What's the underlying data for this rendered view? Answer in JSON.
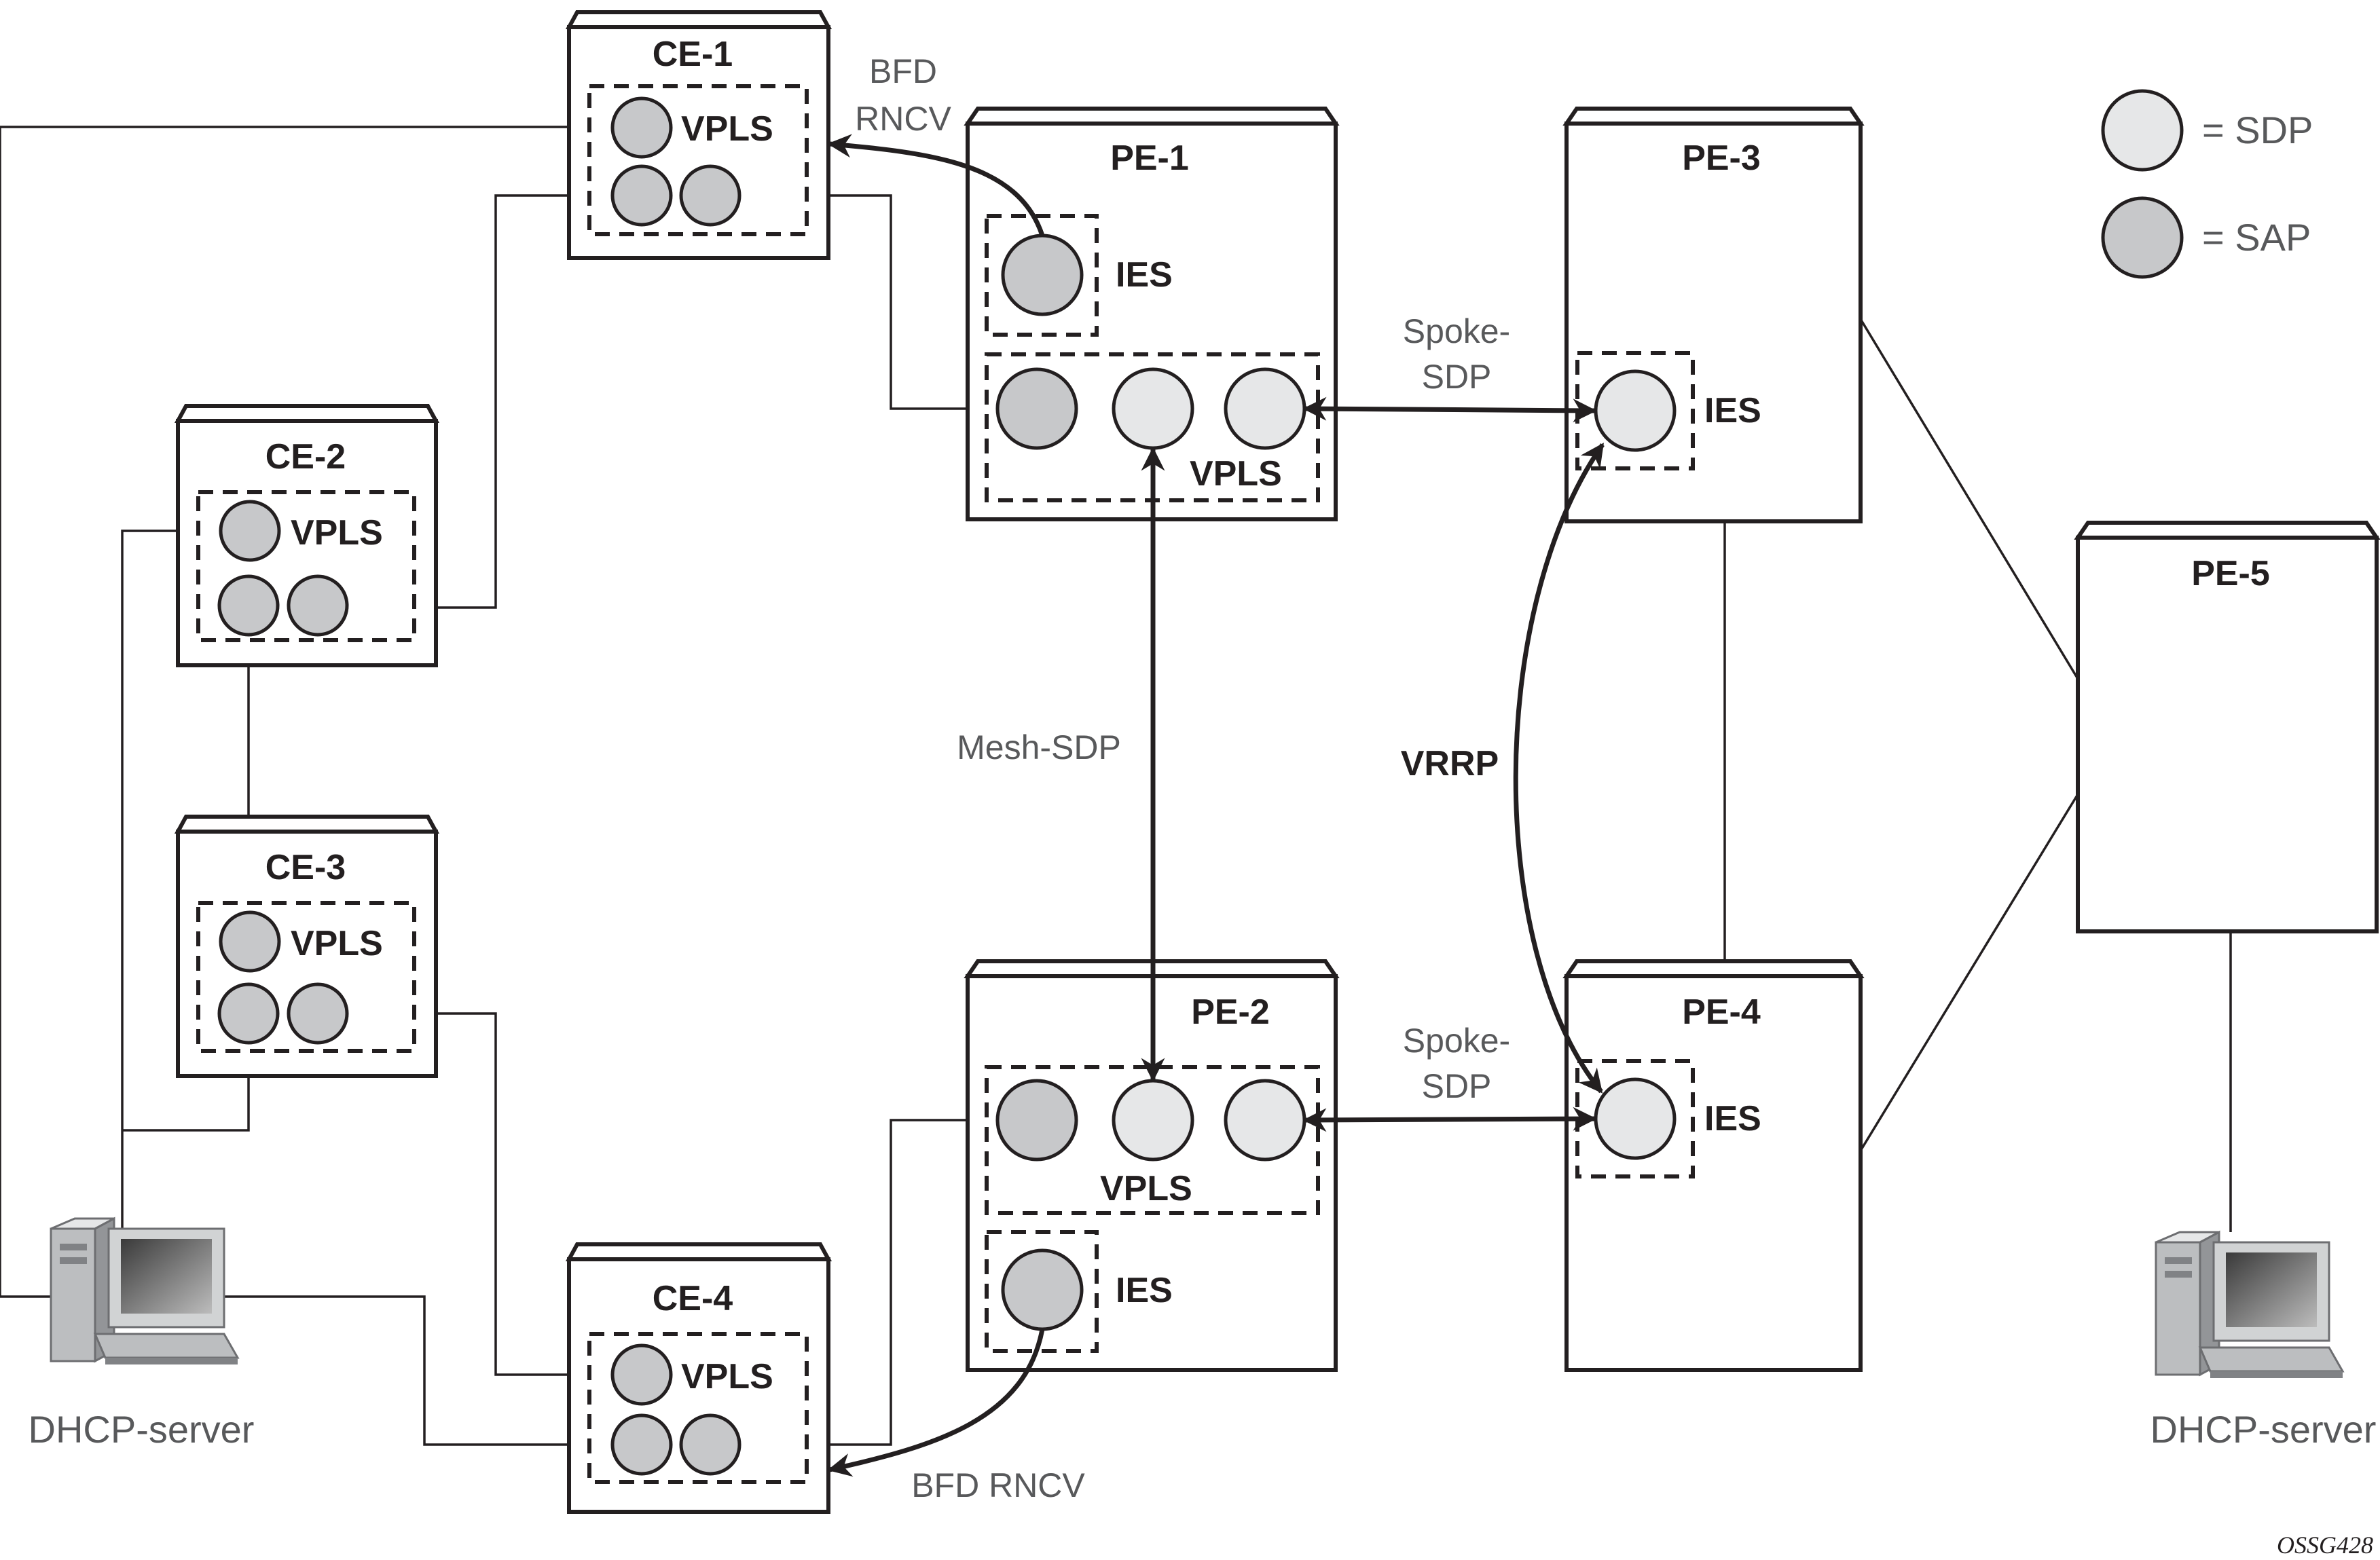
{
  "nodes": {
    "ce1": "CE-1",
    "ce2": "CE-2",
    "ce3": "CE-3",
    "ce4": "CE-4",
    "pe1": "PE-1",
    "pe2": "PE-2",
    "pe3": "PE-3",
    "pe4": "PE-4",
    "pe5": "PE-5"
  },
  "service_labels": {
    "vpls": "VPLS",
    "ies": "IES"
  },
  "link_labels": {
    "bfd_top_line1": "BFD",
    "bfd_top_line2": "RNCV",
    "bfd_bottom": "BFD RNCV",
    "spoke_top_line1": "Spoke-",
    "spoke_top_line2": "SDP",
    "spoke_bottom_line1": "Spoke-",
    "spoke_bottom_line2": "SDP",
    "mesh": "Mesh-SDP",
    "vrrp": "VRRP"
  },
  "servers": {
    "left": "DHCP-server",
    "right": "DHCP-server"
  },
  "legend": {
    "sdp": "= SDP",
    "sap": "= SAP"
  },
  "figure_id": "OSSG428",
  "colors": {
    "line": "#231f20",
    "sap_fill": "#c7c8ca",
    "sdp_fill": "#e6e7e8",
    "label_gray": "#58595b"
  }
}
